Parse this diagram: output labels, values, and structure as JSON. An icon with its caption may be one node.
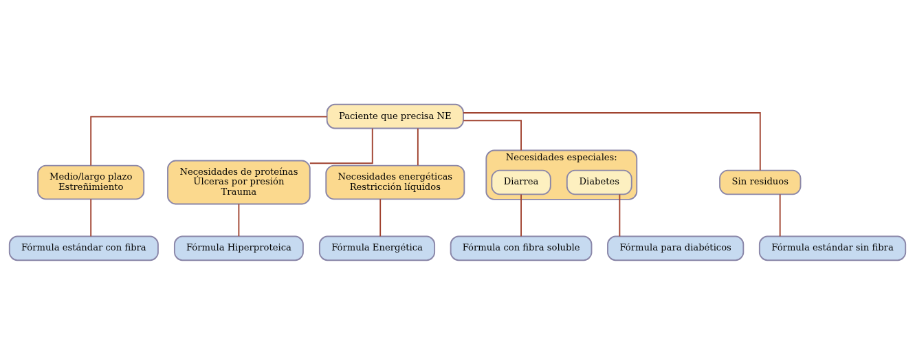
{
  "diagram": {
    "nodes": [
      {
        "text": [
          "Paciente que precisa NE"
        ]
      },
      {
        "text": [
          "Medio/largo plazo",
          "Estreñimiento"
        ]
      },
      {
        "text": [
          "Necesidades de proteínas",
          "Úlceras por presión",
          "Trauma"
        ]
      },
      {
        "text": [
          "Necesidades energéticas",
          "Restricción líquidos"
        ]
      },
      {
        "text": [
          "Necesidades especiales:"
        ]
      },
      {
        "text": [
          "Diarrea"
        ],
        "in": 4
      },
      {
        "text": [
          "Diabetes"
        ],
        "in": 4
      },
      {
        "text": [
          "Sin residuos"
        ]
      },
      {
        "text": [
          "Fórmula estándar con fibra"
        ]
      },
      {
        "text": [
          "Fórmula Hiperproteica"
        ]
      },
      {
        "text": [
          "Fórmula Energética"
        ]
      },
      {
        "text": [
          "Fórmula con fibra soluble"
        ]
      },
      {
        "text": [
          "Fórmula para diabéticos"
        ]
      },
      {
        "text": [
          "Fórmula estándar sin fibra"
        ]
      }
    ],
    "edges": [
      {
        "from": 0,
        "to": 1,
        "arrow": "none"
      },
      {
        "from": 0,
        "to": 2,
        "arrow": "none"
      },
      {
        "from": 0,
        "to": 3,
        "arrow": "none"
      },
      {
        "from": 0,
        "to": 4,
        "arrow": "none"
      },
      {
        "from": 0,
        "to": 7,
        "arrow": "none"
      },
      {
        "from": 1,
        "to": 8,
        "arrow": "none"
      },
      {
        "from": 2,
        "to": 9,
        "arrow": "none"
      },
      {
        "from": 3,
        "to": 10,
        "arrow": "none"
      },
      {
        "from": 5,
        "to": 11,
        "arrow": "none"
      },
      {
        "from": 6,
        "to": 12,
        "arrow": "none"
      },
      {
        "from": 7,
        "to": 13,
        "arrow": "none"
      }
    ]
  }
}
